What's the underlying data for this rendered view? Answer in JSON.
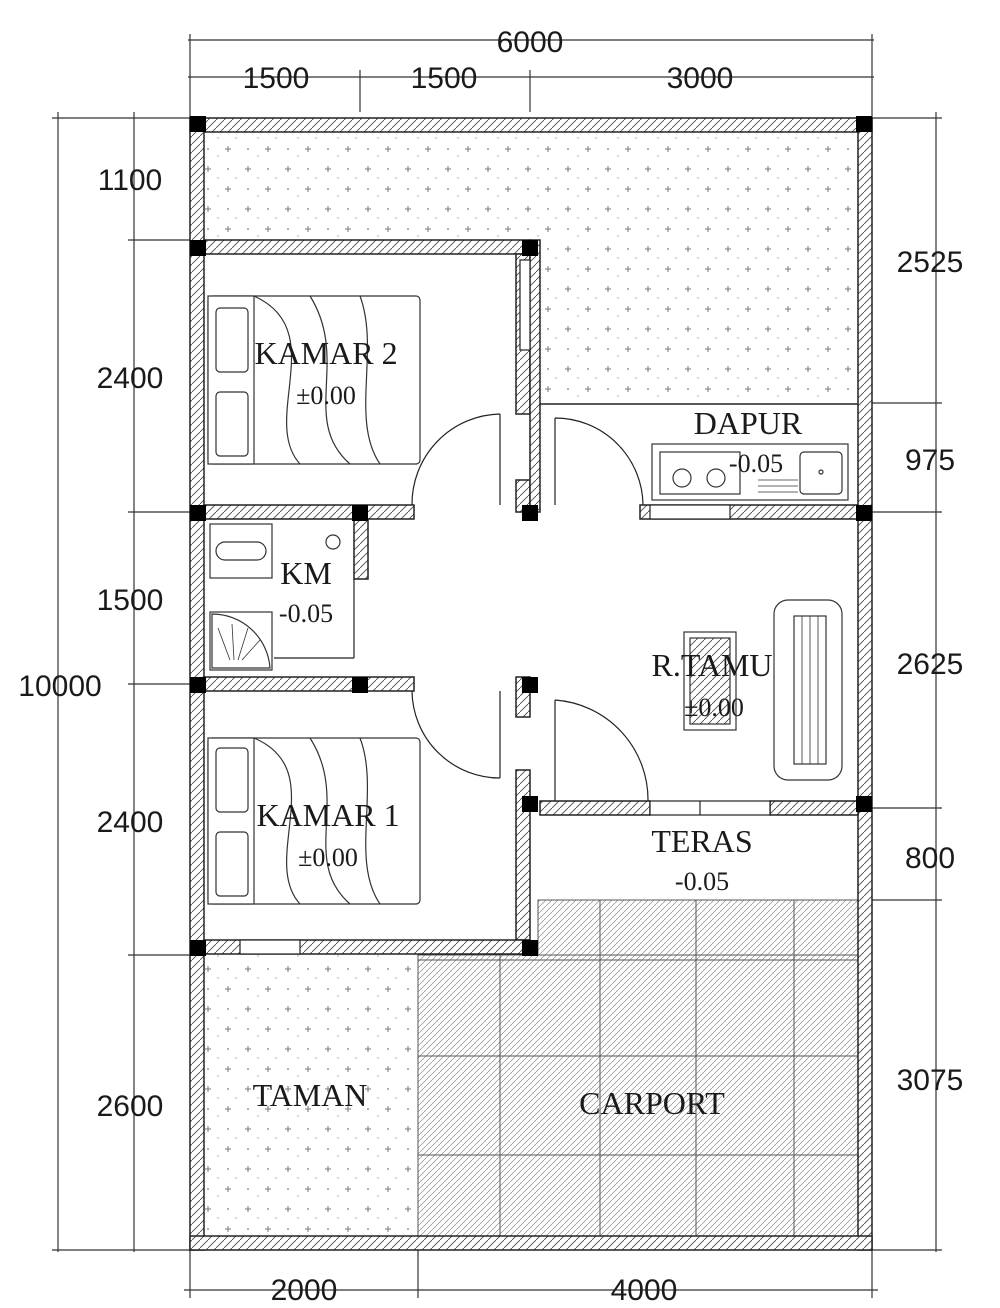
{
  "dimensions": {
    "top_total": "6000",
    "top_segments": [
      "1500",
      "1500",
      "3000"
    ],
    "left_total": "10000",
    "left_segments": [
      "1100",
      "2400",
      "1500",
      "2400",
      "2600"
    ],
    "right_segments": [
      "2525",
      "975",
      "2625",
      "800",
      "3075"
    ],
    "bottom_segments": [
      "2000",
      "4000"
    ]
  },
  "rooms": {
    "kamar2": {
      "name": "KAMAR 2",
      "level": "±0.00"
    },
    "dapur": {
      "name": "DAPUR",
      "level": "-0.05"
    },
    "km": {
      "name": "KM",
      "level": "-0.05"
    },
    "tamu": {
      "name": "R.TAMU",
      "level": "±0.00"
    },
    "kamar1": {
      "name": "KAMAR 1",
      "level": "±0.00"
    },
    "teras": {
      "name": "TERAS",
      "level": "-0.05"
    },
    "taman": {
      "name": "TAMAN"
    },
    "carport": {
      "name": "CARPORT"
    }
  }
}
